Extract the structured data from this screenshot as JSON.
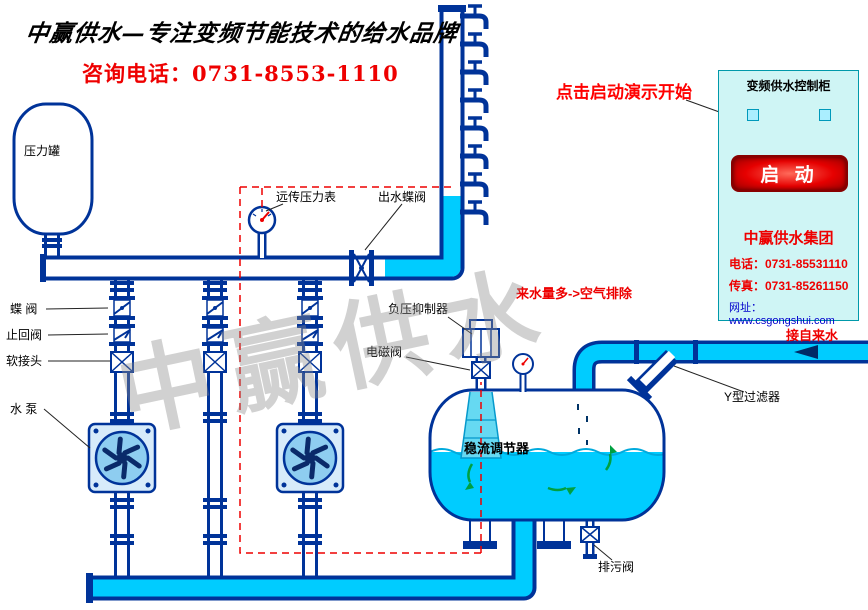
{
  "colors": {
    "pipe_outline": "#003399",
    "water_cyan": "#00ccff",
    "accent_red": "#ee0000",
    "cabinet_bg": "#ccf5f5",
    "pump_body_blue": "#8ecdf0",
    "watermark_gray": "#8c8c8c"
  },
  "header": {
    "slogan": "中赢供水—专注变频节能技术的给水品牌",
    "hotline": "咨询电话：0731-8553-1110"
  },
  "demo_hint": "点击启动演示开始",
  "cabinet": {
    "title": "变频供水控制柜",
    "start_button": "启 动",
    "company": "中赢供水集团",
    "phone": "电话：0731-85531110",
    "fax": "传真：0731-85261150",
    "website": "网址：www.csgongshui.com"
  },
  "labels": {
    "pressure_tank": "压力罐",
    "remote_pressure_gauge": "远传压力表",
    "outlet_butterfly_valve": "出水蝶阀",
    "butterfly_valve": "蝶 阀",
    "check_valve": "止回阀",
    "flexible_joint": "软接头",
    "water_pump": "水 泵",
    "solenoid_valve": "电磁阀",
    "vacuum_suppressor": "负压抑制器",
    "air_exhaust_note": "来水量多->空气排除",
    "flow_regulator": "稳流调节器",
    "y_strainer": "Y型过滤器",
    "tap_water_inlet": "接自来水",
    "drain_valve": "排污阀"
  },
  "watermark": "中赢供水"
}
